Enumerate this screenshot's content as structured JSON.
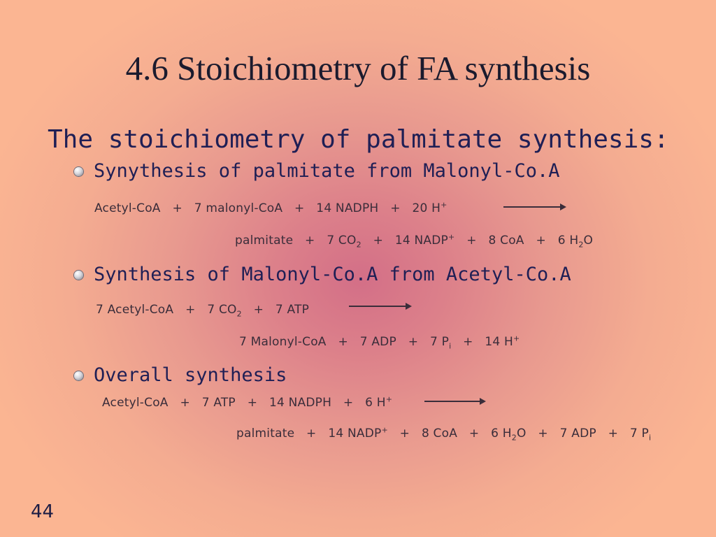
{
  "slide": {
    "title": "4.6 Stoichiometry of FA synthesis",
    "lead": "The stoichiometry of palmitate synthesis:",
    "page_number": "44"
  },
  "sections": [
    {
      "bullet": "Synythesis of palmitate from Malonyl-Co.A",
      "reactants": [
        "Acetyl-CoA",
        "7 malonyl-CoA",
        "14 NADPH",
        "20 H",
        "+"
      ],
      "products": [
        "palmitate",
        "7 CO",
        "2",
        "14 NADP",
        "+",
        "8 CoA",
        "6 H",
        "2",
        "O"
      ]
    },
    {
      "bullet": "Synthesis of Malonyl-Co.A from Acetyl-Co.A",
      "reactants": [
        "7 Acetyl-CoA",
        "7 CO",
        "2",
        "7 ATP"
      ],
      "products": [
        "7 Malonyl-CoA",
        "7 ADP",
        "7 P",
        "i",
        "14 H",
        "+"
      ]
    },
    {
      "bullet": "Overall synthesis",
      "reactants": [
        "Acetyl-CoA",
        "7 ATP",
        "14 NADPH",
        "6 H",
        "+"
      ],
      "products": [
        "palmitate",
        "14 NADP",
        "+",
        "8 CoA",
        "6 H",
        "2",
        "O",
        "7 ADP",
        "7 P",
        "i"
      ]
    }
  ],
  "plus_sign": "+",
  "colors": {
    "background_edge": "#fbb592",
    "background_center": "#d36f87",
    "text": "#1f1f55",
    "equation_text": "#3a2d3a"
  }
}
